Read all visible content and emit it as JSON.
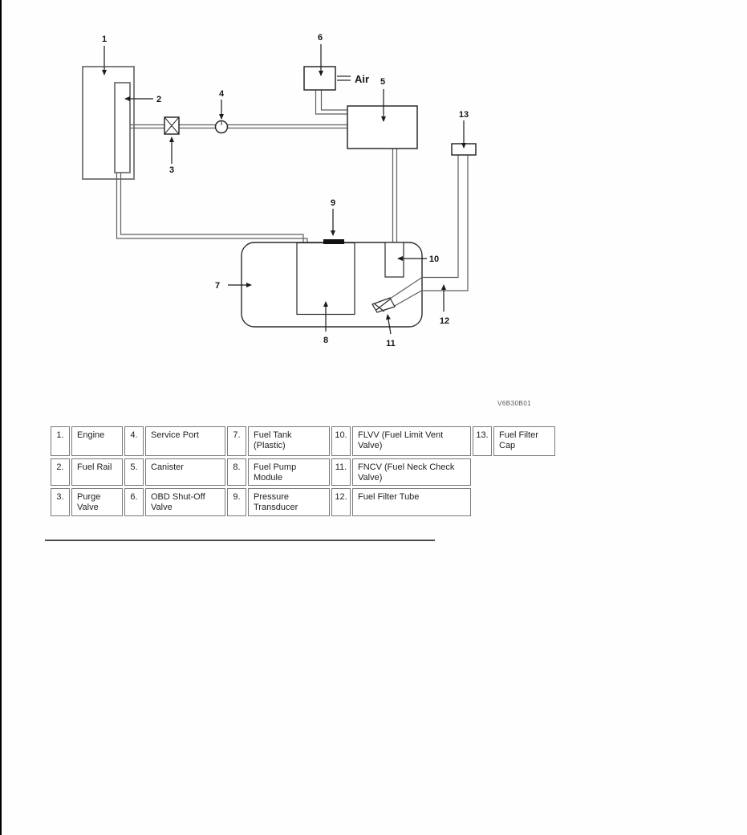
{
  "diagram": {
    "labels": [
      "1",
      "2",
      "3",
      "4",
      "5",
      "6",
      "7",
      "8",
      "9",
      "10",
      "11",
      "12",
      "13"
    ],
    "air_label": "Air",
    "code": "V6B30B01",
    "icons": {
      "purge_valve_symbol": "boxed-x-valve",
      "service_port_symbol": "circle-port",
      "fncv_symbol": "check-valve-funnel",
      "pressure_transducer_symbol": "filled-bar"
    }
  },
  "colors": {
    "line_dark": "#2a2a2a",
    "line_gray": "#808080",
    "pipe": "#5f5f5f",
    "arrow": "#1c1c1c",
    "table_border": "#7a7a7a",
    "transducer_fill": "#111111"
  },
  "legend_table": {
    "rows": [
      {
        "cells": [
          {
            "num": "1.",
            "name": "Engine"
          },
          {
            "num": "4.",
            "name": "Service Port"
          },
          {
            "num": "7.",
            "name": "Fuel Tank (Plastic)"
          },
          {
            "num": "10.",
            "name": "FLVV (Fuel Limit Vent Valve)"
          },
          {
            "num": "13.",
            "name": "Fuel Filter Cap"
          }
        ]
      },
      {
        "cells": [
          {
            "num": "2.",
            "name": "Fuel Rail"
          },
          {
            "num": "5.",
            "name": "Canister"
          },
          {
            "num": "8.",
            "name": "Fuel Pump Module"
          },
          {
            "num": "11.",
            "name": "FNCV (Fuel Neck Check Valve)"
          }
        ]
      },
      {
        "cells": [
          {
            "num": "3.",
            "name": "Purge Valve"
          },
          {
            "num": "6.",
            "name": "OBD Shut-Off Valve"
          },
          {
            "num": "9.",
            "name": "Pressure Transducer"
          },
          {
            "num": "12.",
            "name": "Fuel Filter Tube"
          }
        ]
      }
    ]
  }
}
